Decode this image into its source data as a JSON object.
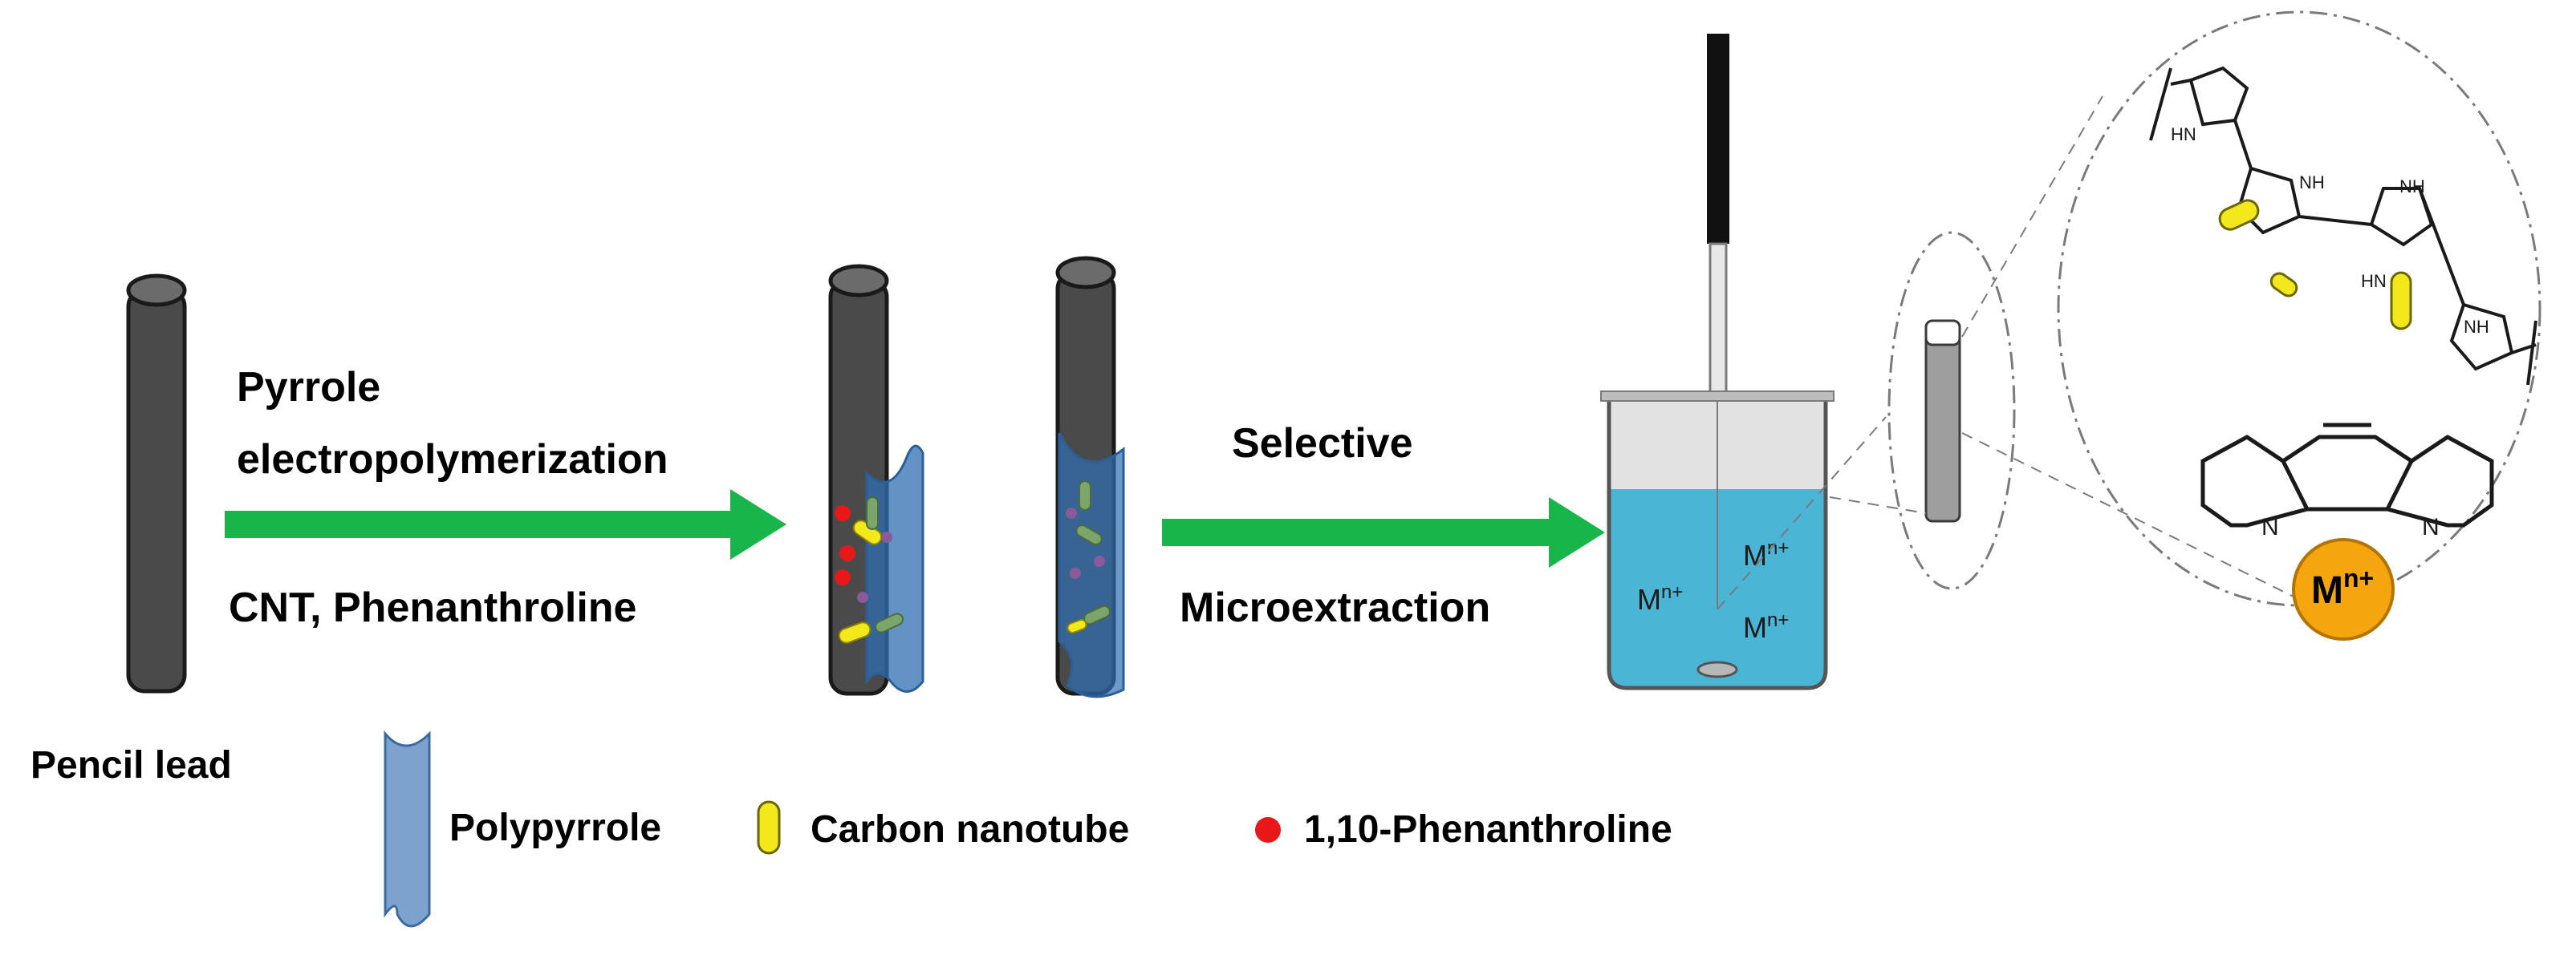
{
  "colors": {
    "pencil_lead": "#4a4a4a",
    "arrow": "#17b54a",
    "polypyrrole": "#5b8fc7",
    "carbon_nanotube": "#f2e81c",
    "phenanthroline_dot": "#e81818",
    "solution": "#4bb5d6",
    "metal_ion": "#f5a60e"
  },
  "icons": {
    "pencil_lead": "gray-cylinder",
    "arrow": "green-right-arrow",
    "electrode": "black-rod-with-wire",
    "beaker": "beaker-with-blue-solution",
    "stir_bar": "gray-ellipse"
  },
  "labels": {
    "pencil_lead": "Pencil lead",
    "step1_top_line1": "Pyrrole",
    "step1_top_line2": "electropolymerization",
    "step1_bottom": "CNT, Phenanthroline",
    "step2_top": "Selective",
    "step2_bottom": "Microextraction"
  },
  "beaker_ions": [
    {
      "base": "M",
      "sup": "n+"
    },
    {
      "base": "M",
      "sup": "n+"
    },
    {
      "base": "M",
      "sup": "n+"
    }
  ],
  "zoom": {
    "nh_labels": [
      "HN",
      "NH",
      "NH",
      "HN",
      "NH"
    ],
    "n_labels": [
      "N",
      "N"
    ],
    "metal_ion": {
      "base": "M",
      "sup": "n+"
    }
  },
  "legend": [
    {
      "icon": "polypyrrole-strip",
      "label": "Polypyrrole"
    },
    {
      "icon": "carbon-nanotube-capsule",
      "label": "Carbon nanotube"
    },
    {
      "icon": "red-dot",
      "label": "1,10-Phenanthroline"
    }
  ]
}
